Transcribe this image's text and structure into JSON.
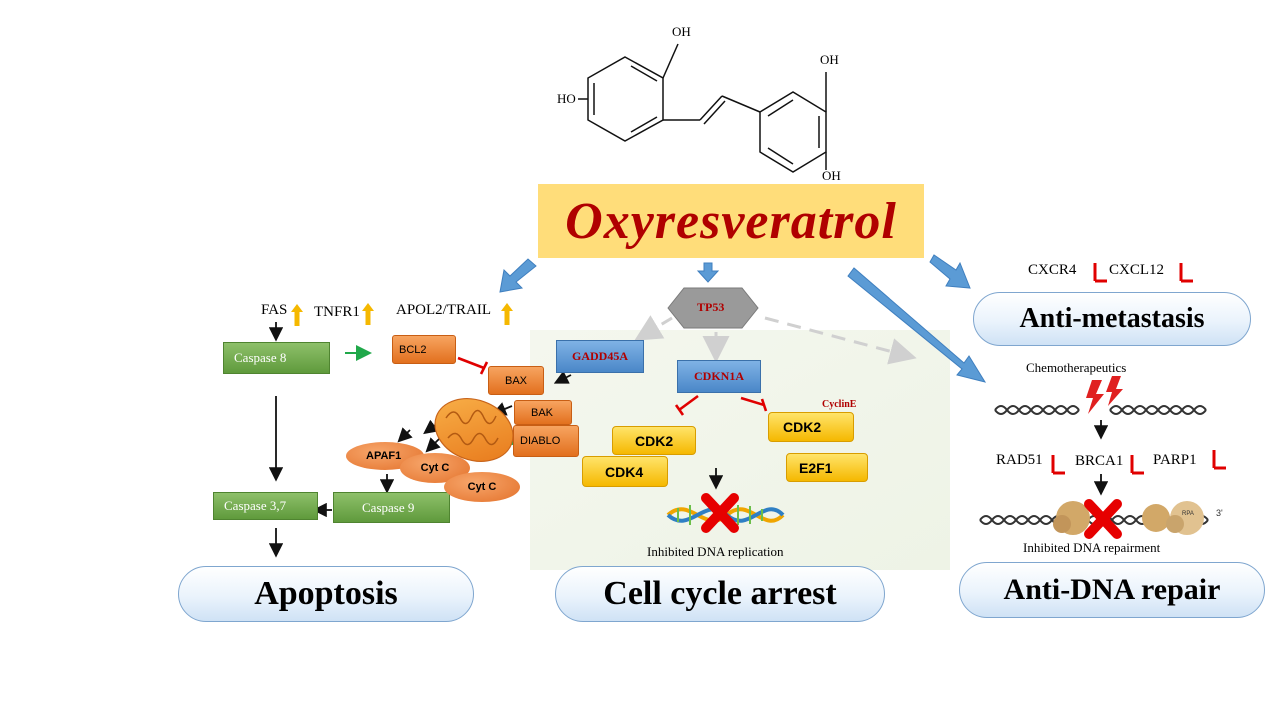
{
  "title": "Oxyresveratrol",
  "molecule": {
    "oh_1": "OH",
    "oh_2": "OH",
    "oh_3": "OH",
    "ho": "HO"
  },
  "outcomes": {
    "apoptosis": "Apoptosis",
    "cell_cycle": "Cell cycle arrest",
    "anti_metastasis": "Anti-metastasis",
    "anti_dna_repair": "Anti-DNA repair"
  },
  "apoptosis": {
    "fas": "FAS",
    "tnfr1": "TNFR1",
    "apol2": "APOL2/TRAIL",
    "caspase8": "Caspase 8",
    "caspase37": "Caspase 3,7",
    "caspase9": "Caspase 9",
    "bcl2": "BCL2",
    "bax": "BAX",
    "bak": "BAK",
    "diablo": "DIABLO",
    "apaf1": "APAF1",
    "cytc_1": "Cyt C",
    "cytc_2": "Cyt C"
  },
  "cell_cycle": {
    "tp53": "TP53",
    "gadd45a": "GADD45A",
    "cdkn1a": "CDKN1A",
    "cdk2_a": "CDK2",
    "cdk4": "CDK4",
    "cdk2_b": "CDK2",
    "cycline": "CyclinE",
    "e2f1": "E2F1",
    "inhibited_replication": "Inhibited DNA replication"
  },
  "metastasis": {
    "cxcr4": "CXCR4",
    "cxcl12": "CXCL12"
  },
  "dna_repair": {
    "chemo": "Chemotherapeutics",
    "rad51": "RAD51",
    "brca1": "BRCA1",
    "parp1": "PARP1",
    "inhibited_repair": "Inhibited DNA repairment",
    "rpa": "RPA",
    "three_prime": "3'"
  },
  "colors": {
    "title_red": "#b00000",
    "banner_yellow": "#ffdd7a",
    "up_arrow": "#f5b800",
    "inhibit_red": "#e00000",
    "flow_blue": "#5b9bd5",
    "green_arrow": "#20a84a"
  }
}
